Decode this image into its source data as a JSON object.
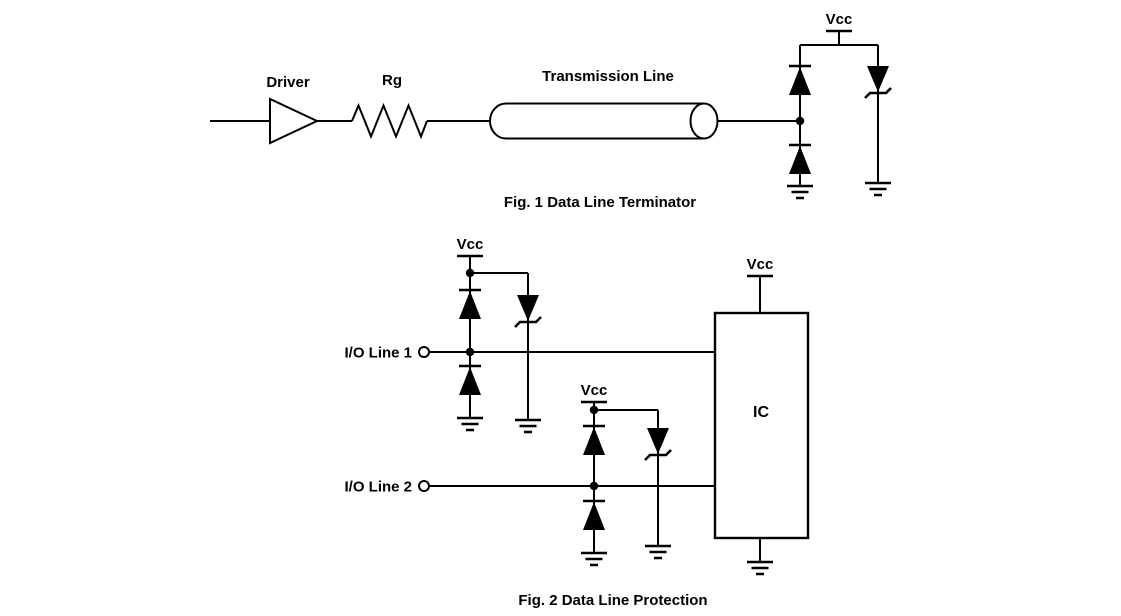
{
  "page": {
    "background_color": "#ffffff",
    "ink_color": "#000000"
  },
  "fig1": {
    "caption": "Fig. 1 Data Line Terminator",
    "labels": {
      "driver": "Driver",
      "resistor": "Rg",
      "transmission_line": "Transmission Line",
      "vcc": "Vcc"
    }
  },
  "fig2": {
    "caption": "Fig. 2 Data Line Protection",
    "labels": {
      "vcc_line1": "Vcc",
      "vcc_line2": "Vcc",
      "vcc_ic": "Vcc",
      "io_line1": "I/O Line 1",
      "io_line2": "I/O Line 2",
      "ic": "IC"
    }
  }
}
